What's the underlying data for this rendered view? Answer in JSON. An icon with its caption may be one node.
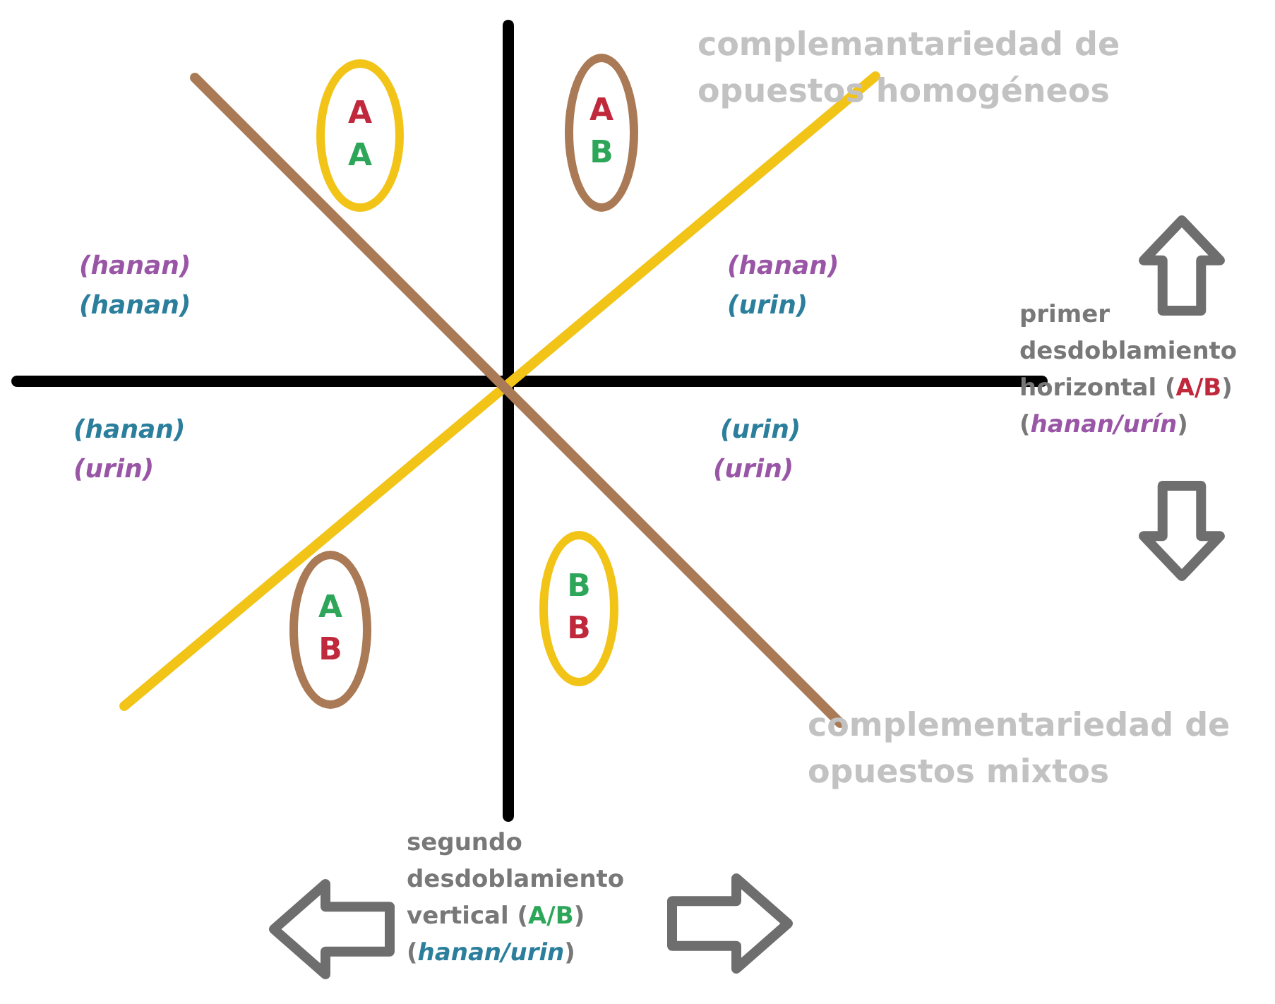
{
  "diagram": {
    "nodes": [
      {
        "text": [
          "A",
          "A"
        ]
      },
      {
        "text": [
          "A",
          "B"
        ]
      },
      {
        "text": [
          "A",
          "B"
        ]
      },
      {
        "text": [
          "B",
          "B"
        ]
      }
    ],
    "labels": [
      "complemantariedad de opuestos  homogéneos",
      "(hanan)",
      "(hanan)",
      "(hanan)",
      "(urin)",
      "primer desdoblamiento horizontal (**A/B**) (*hanan/urín*)",
      "(hanan)",
      "(urin)",
      "(urin)",
      "(urin)",
      "complementariedad de opuestos mixtos",
      "segundo desdoblamiento vertical (**A/B**) (*hanan/urin*)"
    ]
  }
}
